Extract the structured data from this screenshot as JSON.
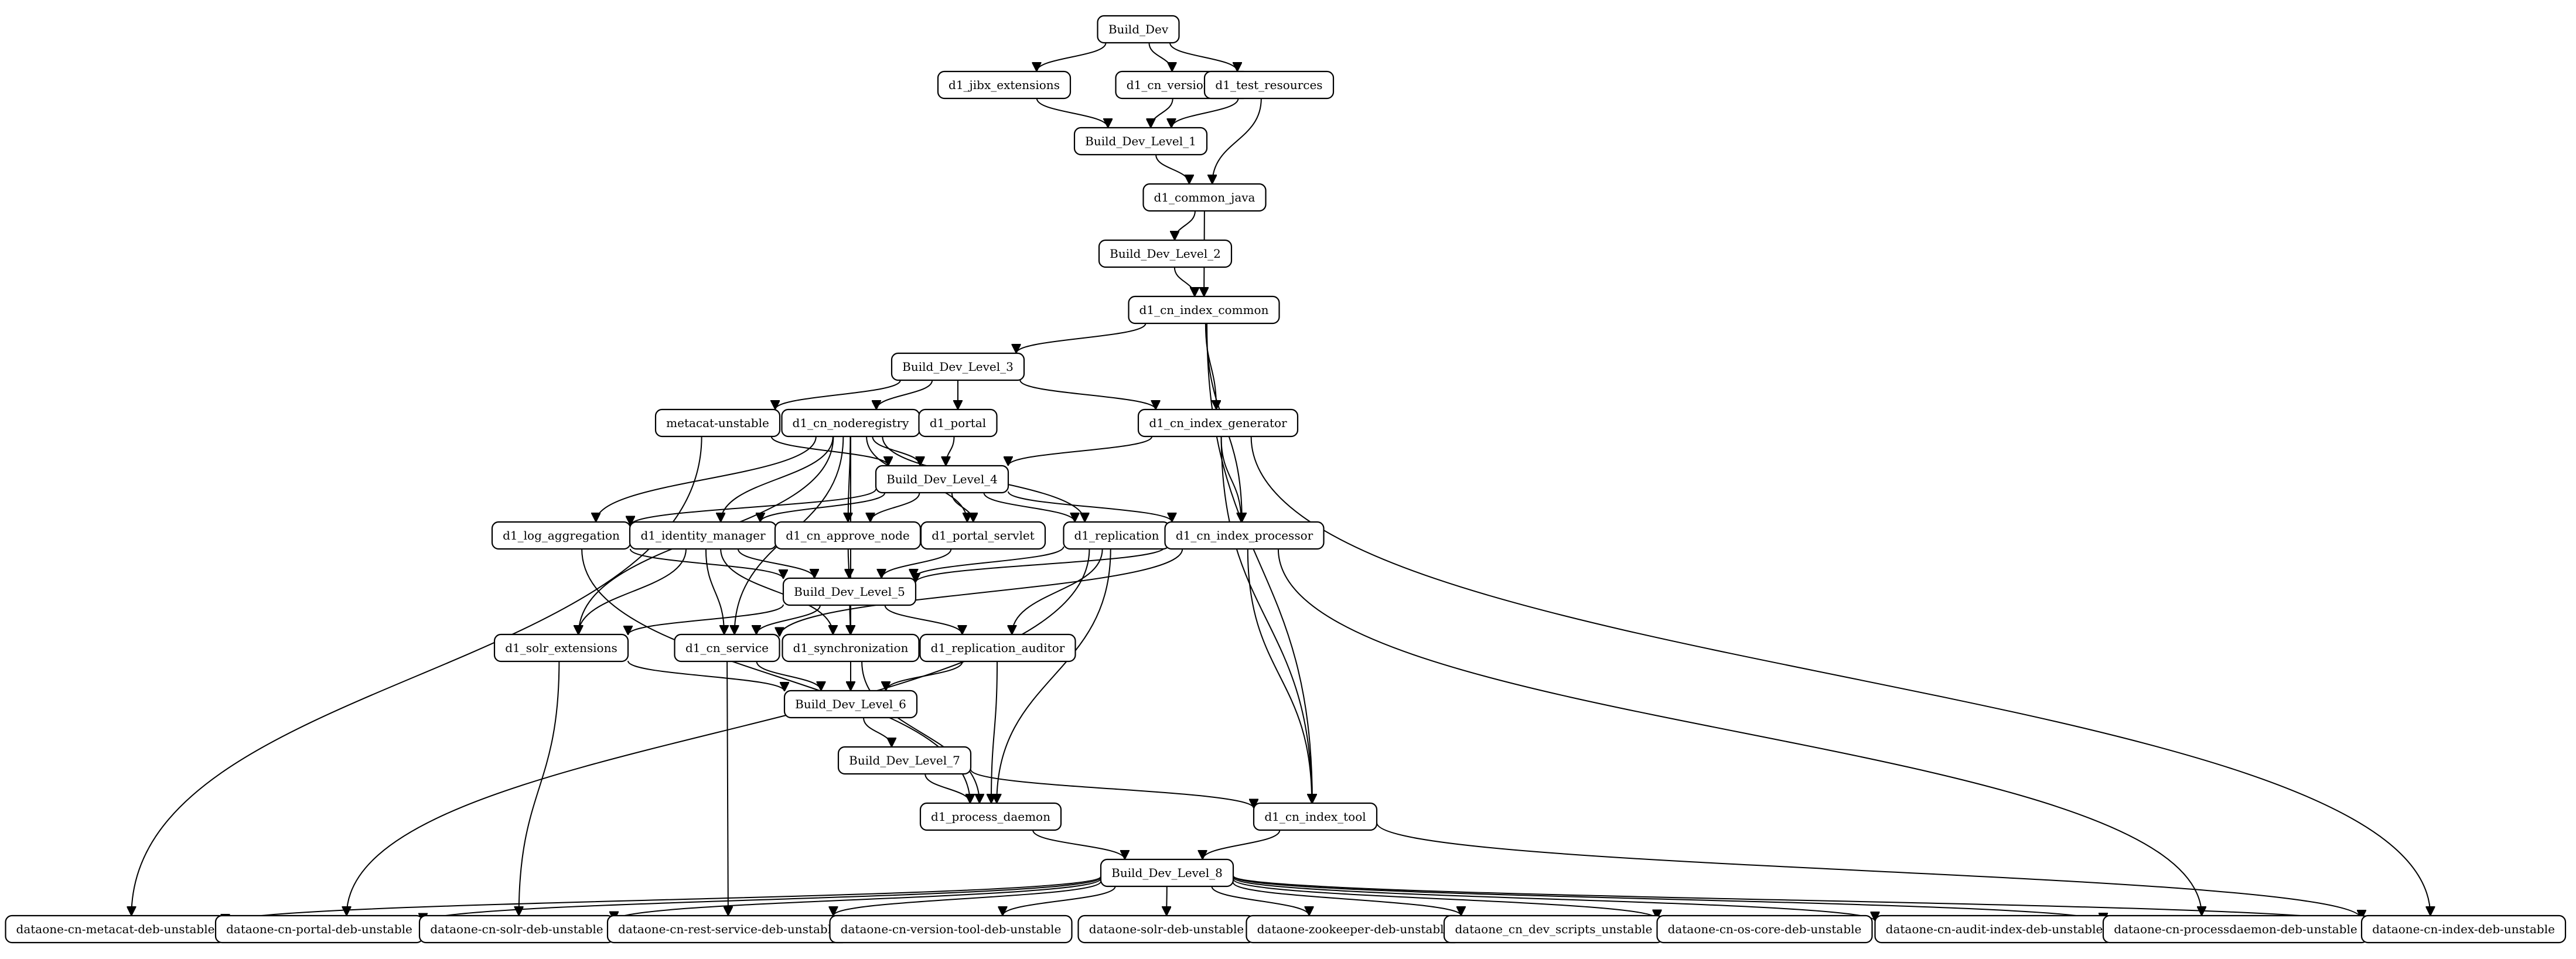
{
  "nodes": [
    {
      "id": "build_dev",
      "label": "Build_Dev"
    },
    {
      "id": "jibx",
      "label": "d1_jibx_extensions"
    },
    {
      "id": "version_tool",
      "label": "d1_cn_version_tool"
    },
    {
      "id": "test_resources",
      "label": "d1_test_resources"
    },
    {
      "id": "level1",
      "label": "Build_Dev_Level_1"
    },
    {
      "id": "common_java",
      "label": "d1_common_java"
    },
    {
      "id": "level2",
      "label": "Build_Dev_Level_2"
    },
    {
      "id": "index_common",
      "label": "d1_cn_index_common"
    },
    {
      "id": "level3",
      "label": "Build_Dev_Level_3"
    },
    {
      "id": "metacat",
      "label": "metacat-unstable"
    },
    {
      "id": "noderegistry",
      "label": "d1_cn_noderegistry"
    },
    {
      "id": "portal",
      "label": "d1_portal"
    },
    {
      "id": "index_generator",
      "label": "d1_cn_index_generator"
    },
    {
      "id": "level4",
      "label": "Build_Dev_Level_4"
    },
    {
      "id": "log_aggregation",
      "label": "d1_log_aggregation"
    },
    {
      "id": "identity_manager",
      "label": "d1_identity_manager"
    },
    {
      "id": "approve_node",
      "label": "d1_cn_approve_node"
    },
    {
      "id": "portal_servlet",
      "label": "d1_portal_servlet"
    },
    {
      "id": "replication",
      "label": "d1_replication"
    },
    {
      "id": "index_processor",
      "label": "d1_cn_index_processor"
    },
    {
      "id": "level5",
      "label": "Build_Dev_Level_5"
    },
    {
      "id": "solr_extensions",
      "label": "d1_solr_extensions"
    },
    {
      "id": "cn_service",
      "label": "d1_cn_service"
    },
    {
      "id": "synchronization",
      "label": "d1_synchronization"
    },
    {
      "id": "replication_auditor",
      "label": "d1_replication_auditor"
    },
    {
      "id": "level6",
      "label": "Build_Dev_Level_6"
    },
    {
      "id": "level7",
      "label": "Build_Dev_Level_7"
    },
    {
      "id": "index_tool",
      "label": "d1_cn_index_tool"
    },
    {
      "id": "process_daemon",
      "label": "d1_process_daemon"
    },
    {
      "id": "level8",
      "label": "Build_Dev_Level_8"
    },
    {
      "id": "deb_metacat",
      "label": "dataone-cn-metacat-deb-unstable"
    },
    {
      "id": "deb_portal",
      "label": "dataone-cn-portal-deb-unstable"
    },
    {
      "id": "deb_solr",
      "label": "dataone-cn-solr-deb-unstable"
    },
    {
      "id": "deb_rest",
      "label": "dataone-cn-rest-service-deb-unstable"
    },
    {
      "id": "deb_version",
      "label": "dataone-cn-version-tool-deb-unstable"
    },
    {
      "id": "deb_solr2",
      "label": "dataone-solr-deb-unstable"
    },
    {
      "id": "deb_zookeeper",
      "label": "dataone-zookeeper-deb-unstable"
    },
    {
      "id": "deb_dev_scripts",
      "label": "dataone_cn_dev_scripts_unstable"
    },
    {
      "id": "deb_os_core",
      "label": "dataone-cn-os-core-deb-unstable"
    },
    {
      "id": "deb_audit",
      "label": "dataone-cn-audit-index-deb-unstable"
    },
    {
      "id": "deb_processdaemon",
      "label": "dataone-cn-processdaemon-deb-unstable"
    },
    {
      "id": "deb_index",
      "label": "dataone-cn-index-deb-unstable"
    }
  ],
  "edges": [
    [
      "build_dev",
      "jibx"
    ],
    [
      "build_dev",
      "version_tool"
    ],
    [
      "build_dev",
      "test_resources"
    ],
    [
      "jibx",
      "level1"
    ],
    [
      "version_tool",
      "level1"
    ],
    [
      "test_resources",
      "level1"
    ],
    [
      "test_resources",
      "common_java"
    ],
    [
      "level1",
      "common_java"
    ],
    [
      "common_java",
      "level2"
    ],
    [
      "common_java",
      "index_common"
    ],
    [
      "level2",
      "index_common"
    ],
    [
      "index_common",
      "level3"
    ],
    [
      "index_common",
      "index_generator"
    ],
    [
      "index_common",
      "index_processor"
    ],
    [
      "index_common",
      "index_tool"
    ],
    [
      "level3",
      "metacat"
    ],
    [
      "level3",
      "noderegistry"
    ],
    [
      "level3",
      "portal"
    ],
    [
      "level3",
      "index_generator"
    ],
    [
      "metacat",
      "level4"
    ],
    [
      "metacat",
      "deb_metacat"
    ],
    [
      "noderegistry",
      "level4"
    ],
    [
      "noderegistry",
      "log_aggregation"
    ],
    [
      "noderegistry",
      "identity_manager"
    ],
    [
      "noderegistry",
      "approve_node"
    ],
    [
      "noderegistry",
      "portal_servlet"
    ],
    [
      "noderegistry",
      "replication"
    ],
    [
      "noderegistry",
      "solr_extensions"
    ],
    [
      "noderegistry",
      "cn_service"
    ],
    [
      "noderegistry",
      "synchronization"
    ],
    [
      "portal",
      "level4"
    ],
    [
      "index_generator",
      "level4"
    ],
    [
      "index_generator",
      "index_processor"
    ],
    [
      "index_generator",
      "index_tool"
    ],
    [
      "index_generator",
      "deb_index"
    ],
    [
      "level4",
      "log_aggregation"
    ],
    [
      "level4",
      "identity_manager"
    ],
    [
      "level4",
      "approve_node"
    ],
    [
      "level4",
      "portal_servlet"
    ],
    [
      "level4",
      "replication"
    ],
    [
      "level4",
      "index_processor"
    ],
    [
      "log_aggregation",
      "level5"
    ],
    [
      "log_aggregation",
      "process_daemon"
    ],
    [
      "identity_manager",
      "level5"
    ],
    [
      "identity_manager",
      "solr_extensions"
    ],
    [
      "identity_manager",
      "cn_service"
    ],
    [
      "identity_manager",
      "synchronization"
    ],
    [
      "approve_node",
      "level5"
    ],
    [
      "portal_servlet",
      "level5"
    ],
    [
      "replication",
      "level5"
    ],
    [
      "replication",
      "replication_auditor"
    ],
    [
      "replication",
      "process_daemon"
    ],
    [
      "replication",
      "deb_portal"
    ],
    [
      "index_processor",
      "level5"
    ],
    [
      "index_processor",
      "cn_service"
    ],
    [
      "index_processor",
      "index_tool"
    ],
    [
      "index_processor",
      "deb_processdaemon"
    ],
    [
      "level5",
      "solr_extensions"
    ],
    [
      "level5",
      "cn_service"
    ],
    [
      "level5",
      "synchronization"
    ],
    [
      "level5",
      "replication_auditor"
    ],
    [
      "solr_extensions",
      "level6"
    ],
    [
      "solr_extensions",
      "deb_solr"
    ],
    [
      "cn_service",
      "level6"
    ],
    [
      "cn_service",
      "deb_rest"
    ],
    [
      "synchronization",
      "level6"
    ],
    [
      "synchronization",
      "process_daemon"
    ],
    [
      "replication_auditor",
      "level6"
    ],
    [
      "replication_auditor",
      "process_daemon"
    ],
    [
      "level6",
      "level7"
    ],
    [
      "level7",
      "index_tool"
    ],
    [
      "level7",
      "process_daemon"
    ],
    [
      "process_daemon",
      "level8"
    ],
    [
      "index_tool",
      "level8"
    ],
    [
      "index_tool",
      "deb_index"
    ],
    [
      "level8",
      "deb_metacat"
    ],
    [
      "level8",
      "deb_portal"
    ],
    [
      "level8",
      "deb_solr"
    ],
    [
      "level8",
      "deb_rest"
    ],
    [
      "level8",
      "deb_version"
    ],
    [
      "level8",
      "deb_solr2"
    ],
    [
      "level8",
      "deb_zookeeper"
    ],
    [
      "level8",
      "deb_dev_scripts"
    ],
    [
      "level8",
      "deb_os_core"
    ],
    [
      "level8",
      "deb_audit"
    ],
    [
      "level8",
      "deb_processdaemon"
    ],
    [
      "level8",
      "deb_index"
    ]
  ]
}
